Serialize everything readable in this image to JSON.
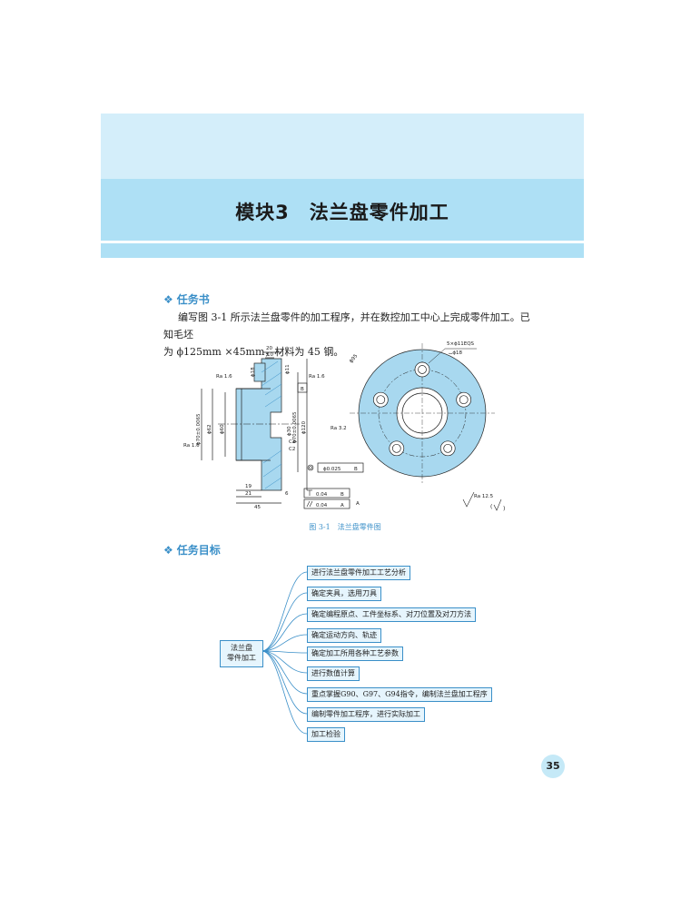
{
  "module_title": "模块3　法兰盘零件加工",
  "task_book": {
    "heading": "任务书",
    "text_line1": "编写图 3-1 所示法兰盘零件的加工程序，并在数控加工中心上完成零件加工。已知毛坯",
    "text_line2": "为 ϕ125mm ×45mm，材料为 45 钢。"
  },
  "figure": {
    "caption": "图 3-1　法兰盘零件图",
    "dims": {
      "d20": "20",
      "d10": "10",
      "d19": "19",
      "d21": "21",
      "d45": "45",
      "d6": "6",
      "phi18": "ϕ18",
      "phi11": "ϕ11",
      "phi70": "ϕ70±0.0065",
      "phi62": "ϕ62",
      "phi60": "ϕ60",
      "phi30": "ϕ30",
      "phi70b": "ϕ70±0.0065",
      "phi120": "ϕ120",
      "phi95": "ϕ95",
      "holes": "5×ϕ11EQS",
      "cbore": "⌴ϕ18",
      "c2a": "C2",
      "c2b": "C2",
      "ra16a": "Ra 1.6",
      "ra16b": "Ra 1.6",
      "ra32": "Ra 3.2",
      "ra16c": "Ra 1.6",
      "datum_a": "A",
      "datum_b": "B",
      "tol_pos": "ϕ0.025",
      "tol_pos_ref": "B",
      "tol_perp": "0.04",
      "tol_perp_ref": "B",
      "tol_par": "0.04",
      "tol_par_ref": "A",
      "ra125": "Ra 12.5"
    }
  },
  "objectives": {
    "heading": "任务目标",
    "center": "法兰盘\n零件加工",
    "center_line1": "法兰盘",
    "center_line2": "零件加工",
    "items": [
      "进行法兰盘零件加工工艺分析",
      "确定夹具，选用刀具",
      "确定编程原点、工件坐标系、对刀位置及对刀方法",
      "确定运动方向、轨迹",
      "确定加工所用各种工艺参数",
      "进行数值计算",
      "重点掌握G90、G97、G94指令，编制法兰盘加工程序",
      "编制零件加工程序，进行实际加工",
      "加工检验"
    ]
  },
  "page_number": "35",
  "colors": {
    "accent": "#3a8fc8",
    "banner_light": "#d4eefa",
    "banner": "#aee0f5",
    "part_fill": "#a8d8ef"
  }
}
